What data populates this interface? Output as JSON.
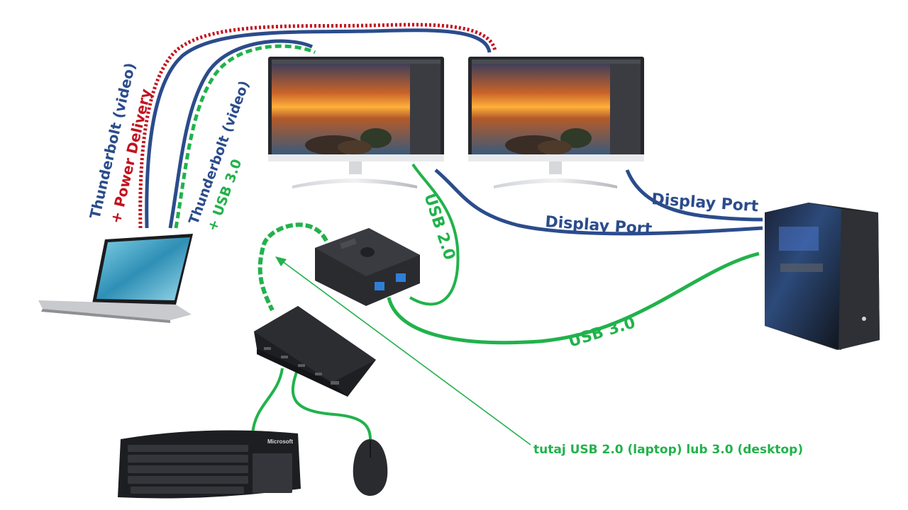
{
  "colors": {
    "blue": "#2b4c8c",
    "green": "#21b24b",
    "red": "#c1121f",
    "dark": "#1e1f22"
  },
  "labels": {
    "tb_power_line1": "Thunderbolt  (video)",
    "tb_power_line2": "+ Power Delivery",
    "tb_usb_line1": "Thunderbolt (video)",
    "tb_usb_line2": "+ USB 3.0",
    "usb20": "USB 2.0",
    "displayport_upper": "Display Port",
    "displayport_lower": "Display Port",
    "usb30": "USB 3.0",
    "annotation": "tutaj USB 2.0 (laptop) lub 3.0 (desktop)",
    "keyboard_brand": "Microsoft"
  },
  "devices": {
    "monitor_left": "monitor",
    "monitor_right": "monitor",
    "laptop": "laptop",
    "usb_switch": "usb-switch",
    "usb_hub": "usb-hub",
    "keyboard": "keyboard",
    "mouse": "mouse",
    "desktop_pc": "desktop-pc"
  }
}
